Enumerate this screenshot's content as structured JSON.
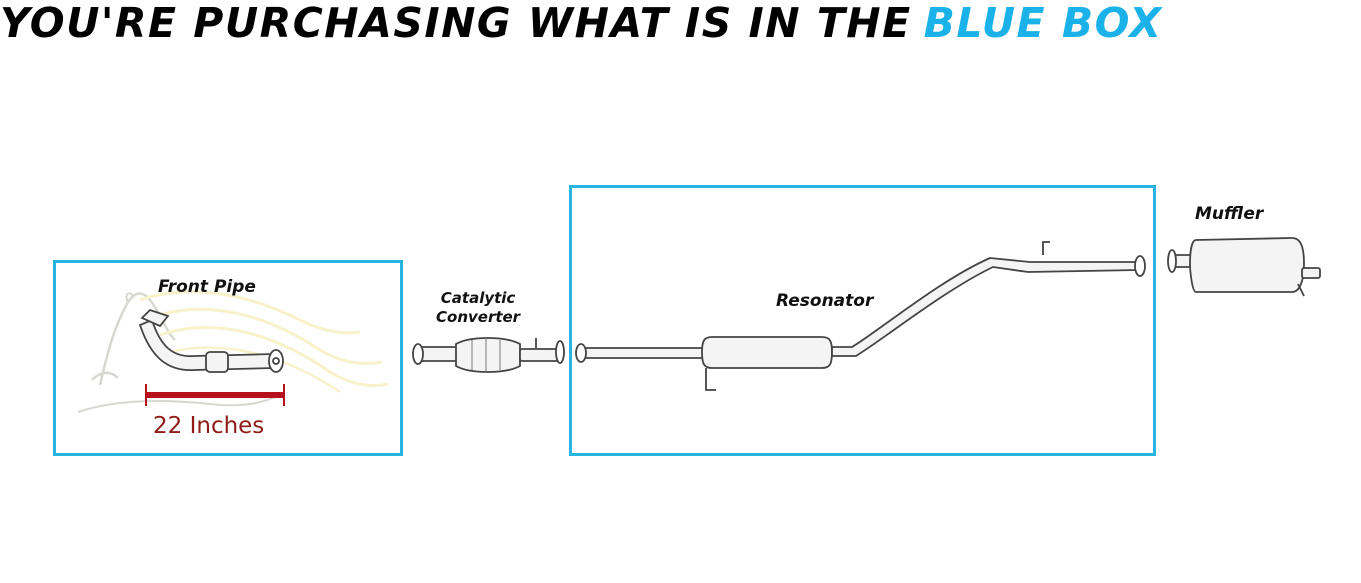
{
  "headline": {
    "part1": "YOU'RE PURCHASING WHAT IS IN THE",
    "part2": "BLUE BOX",
    "color_main": "#000000",
    "color_accent": "#1ab2e8"
  },
  "parts": {
    "front_pipe": "Front Pipe",
    "catalytic_line1": "Catalytic",
    "catalytic_line2": "Converter",
    "resonator": "Resonator",
    "muffler": "Muffler"
  },
  "measurement": {
    "label": "22 Inches",
    "color": "#8e1b16"
  },
  "highlight_color": "#29b5e3",
  "watermark_icon": "horse-head-logo"
}
